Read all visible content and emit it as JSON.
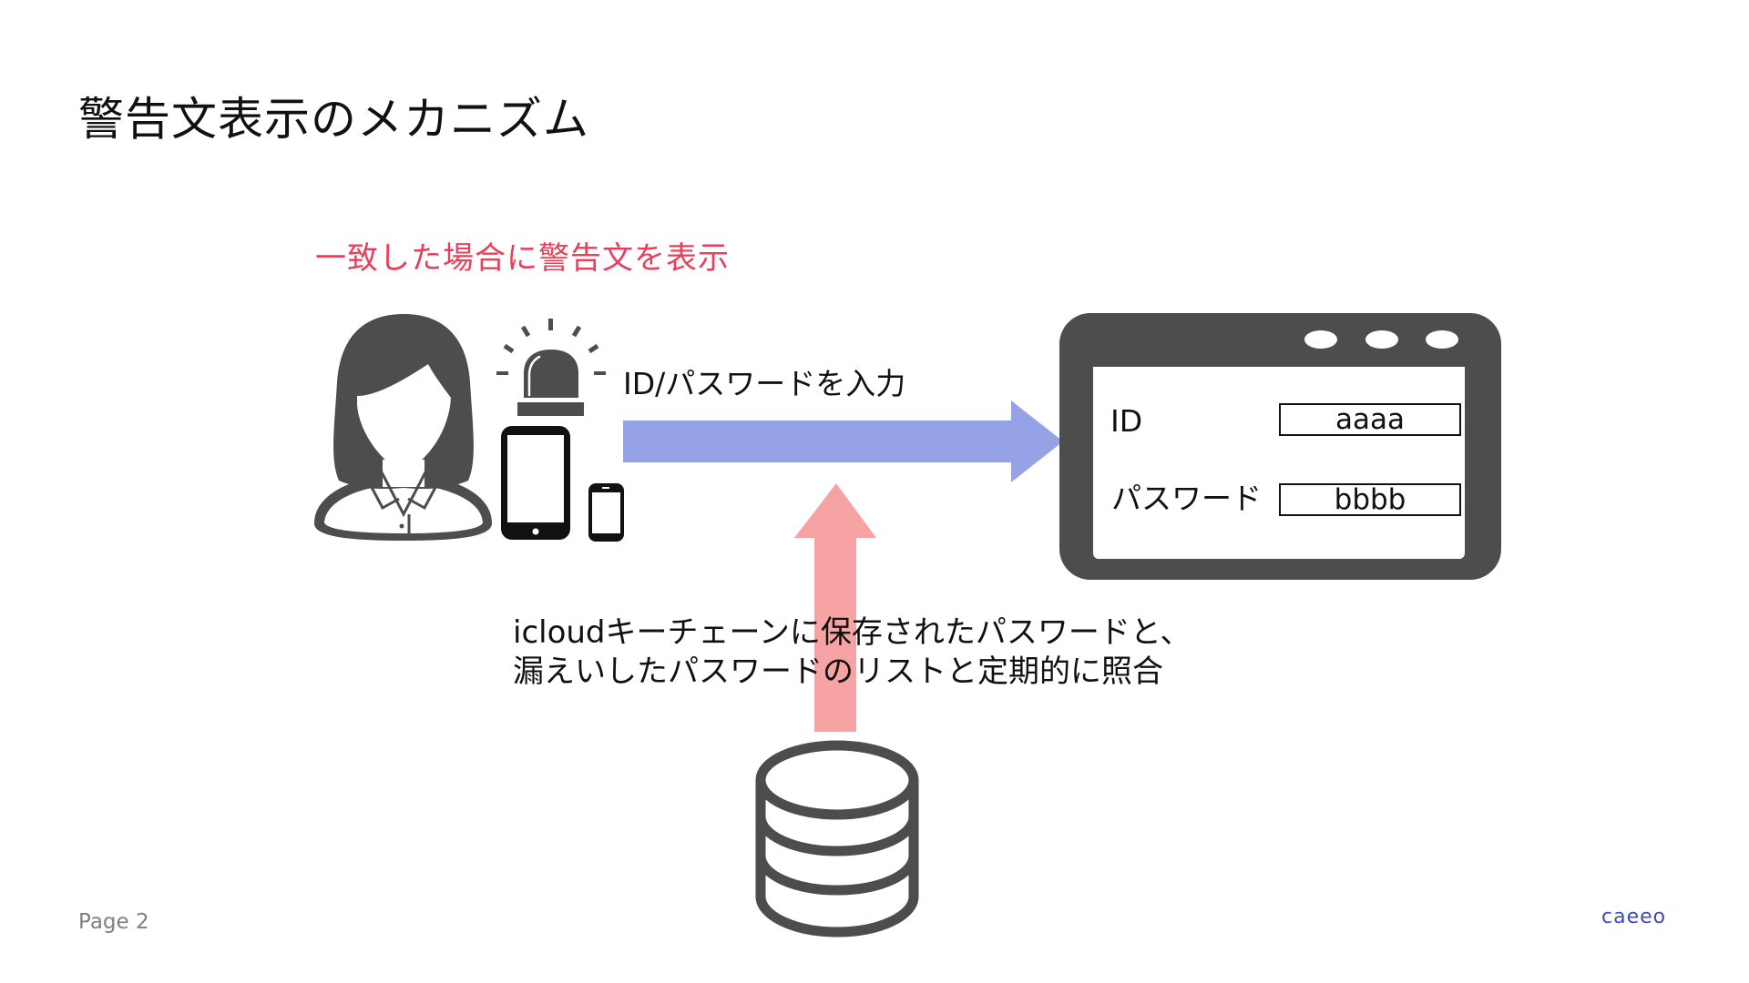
{
  "slide": {
    "title": "警告文表示のメカニズム",
    "page_label": "Page 2",
    "brand_logo_text": "caeeo"
  },
  "diagram": {
    "alert_caption": "一致した場合に警告文を表示",
    "input_caption": "ID/パスワードを入力",
    "compare_caption_lines": [
      "icloudキーチェーンに保存されたパスワードと、",
      "漏えいしたパスワードのリストと定期的に照合"
    ],
    "user_icon": "woman-user-icon",
    "alert_icon": "siren-alarm-icon",
    "device_icons": [
      "tablet-icon",
      "smartphone-icon"
    ],
    "database_icon": "database-icon",
    "input_arrow": {
      "direction": "right",
      "color": "#96a2e6"
    },
    "check_arrow": {
      "direction": "up",
      "color": "#f7a3a3"
    },
    "alert_color": "#e8405a",
    "icon_color": "#4d4d4d",
    "login_form": {
      "fields": [
        {
          "label": "ID",
          "value": "aaaa"
        },
        {
          "label": "パスワード",
          "value": "bbbb"
        }
      ]
    }
  }
}
